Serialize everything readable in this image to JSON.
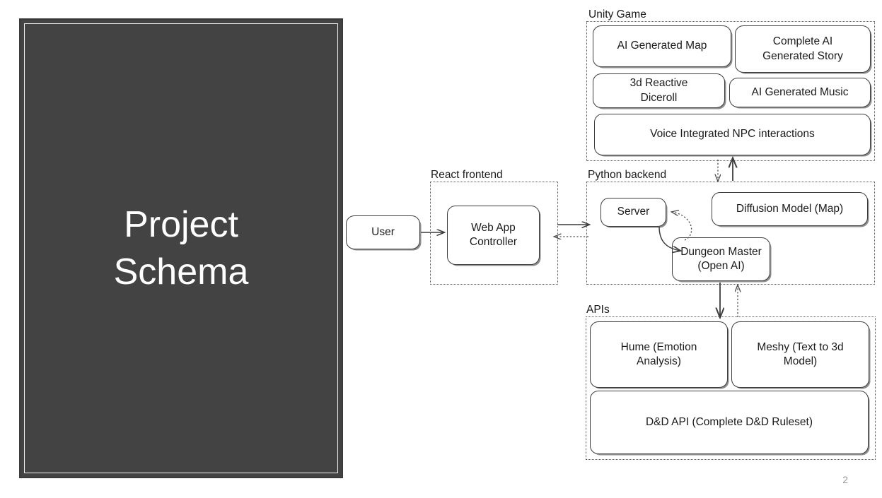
{
  "slide": {
    "page_number": "2",
    "background_color": "#ffffff"
  },
  "title_panel": {
    "text": "Project\nSchema",
    "fill_color": "#434343",
    "text_color": "#ffffff",
    "inner_border_color": "#f2f2f2"
  },
  "groups": {
    "unity_game": {
      "label": "Unity Game",
      "nodes": [
        {
          "id": "ai-generated-map",
          "label": "AI Generated Map"
        },
        {
          "id": "complete-ai-generated-story",
          "label": "Complete AI\nGenerated Story"
        },
        {
          "id": "3d-reactive-diceroll",
          "label": "3d Reactive\nDiceroll"
        },
        {
          "id": "ai-generated-music",
          "label": "AI Generated Music"
        },
        {
          "id": "voice-integrated-npc-interactions",
          "label": "Voice Integrated NPC interactions"
        }
      ]
    },
    "react_frontend": {
      "label": "React frontend",
      "nodes": [
        {
          "id": "web-app-controller",
          "label": "Web App\nController"
        }
      ]
    },
    "python_backend": {
      "label": "Python backend",
      "nodes": [
        {
          "id": "server",
          "label": "Server"
        },
        {
          "id": "diffusion-model-map",
          "label": "Diffusion Model (Map)"
        },
        {
          "id": "dungeon-master-open-ai",
          "label": "Dungeon Master\n(Open AI)"
        }
      ]
    },
    "apis": {
      "label": "APIs",
      "nodes": [
        {
          "id": "hume-emotion-analysis",
          "label": "Hume (Emotion\nAnalysis)"
        },
        {
          "id": "meshy-text-to-3d-model",
          "label": "Meshy (Text to 3d\nModel)"
        },
        {
          "id": "dnd-api-complete-ruleset",
          "label": "D&D API (Complete D&D Ruleset)"
        }
      ]
    }
  },
  "standalone_nodes": [
    {
      "id": "user",
      "label": "User"
    }
  ],
  "connectors": [
    {
      "id": "user-to-webapp",
      "style": "solid",
      "direction": "right"
    },
    {
      "id": "webapp-to-backend",
      "style": "solid",
      "direction": "right"
    },
    {
      "id": "backend-to-webapp",
      "style": "dotted",
      "direction": "left"
    },
    {
      "id": "server-to-dungeonmaster",
      "style": "solid",
      "direction": "down"
    },
    {
      "id": "dungeonmaster-to-server",
      "style": "dotted",
      "direction": "up"
    },
    {
      "id": "backend-to-unity",
      "style": "solid",
      "direction": "up"
    },
    {
      "id": "unity-to-backend",
      "style": "dotted",
      "direction": "down"
    },
    {
      "id": "backend-to-apis",
      "style": "solid",
      "direction": "down"
    },
    {
      "id": "apis-to-backend",
      "style": "dotted",
      "direction": "up"
    }
  ],
  "colors": {
    "node_border": "#3c3c3c",
    "node_shadow": "#8e8e8e",
    "group_border": "#5a5a5a",
    "connector": "#3c3c3c",
    "page_number": "#9a9a9a"
  }
}
